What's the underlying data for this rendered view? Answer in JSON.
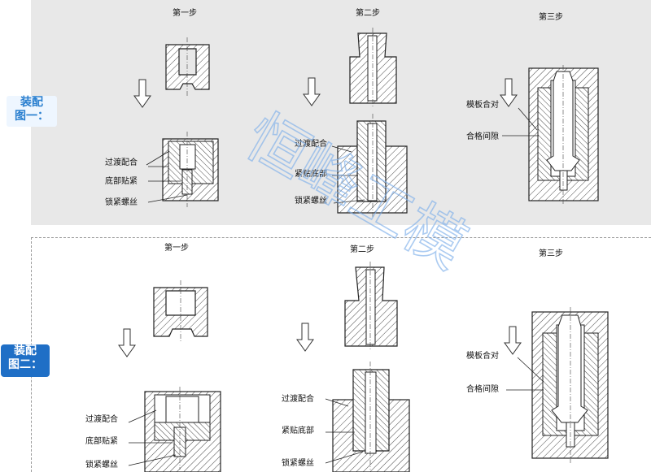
{
  "figure1": {
    "tag_line1": "装配",
    "tag_line2": "图一：",
    "steps": [
      "第一步",
      "第二步",
      "第三步"
    ],
    "labels": {
      "transition_fit": "过渡配合",
      "bottom_fit": "底部贴紧",
      "tight_fit": "紧贴底部",
      "lock_screw_1": "锁紧螺丝",
      "lock_screw_2": "锁紧螺丝",
      "die_close": "模板合对",
      "clearance": "合格间隙"
    }
  },
  "figure2": {
    "tag_line1": "装配",
    "tag_line2": "图二：",
    "steps": [
      "第一步",
      "第二步",
      "第三步"
    ],
    "labels": {
      "transition_fit": "过渡配合",
      "bottom_fit": "底部贴紧",
      "tight_fit": "紧贴底部",
      "lock_screw_1": "锁紧螺丝",
      "lock_screw_2": "锁紧螺丝",
      "transition_fit_2": "过渡配合",
      "die_close": "模板合对",
      "clearance": "合格间隙"
    }
  },
  "watermark": "恒峰工模",
  "colors": {
    "top_panel": "#e8e8e8",
    "tag1_text": "#2a7fcf",
    "tag2_bg": "#1f6fc6",
    "watermark": "#7fb0ea"
  },
  "icons": [
    "down-arrow-icon"
  ]
}
